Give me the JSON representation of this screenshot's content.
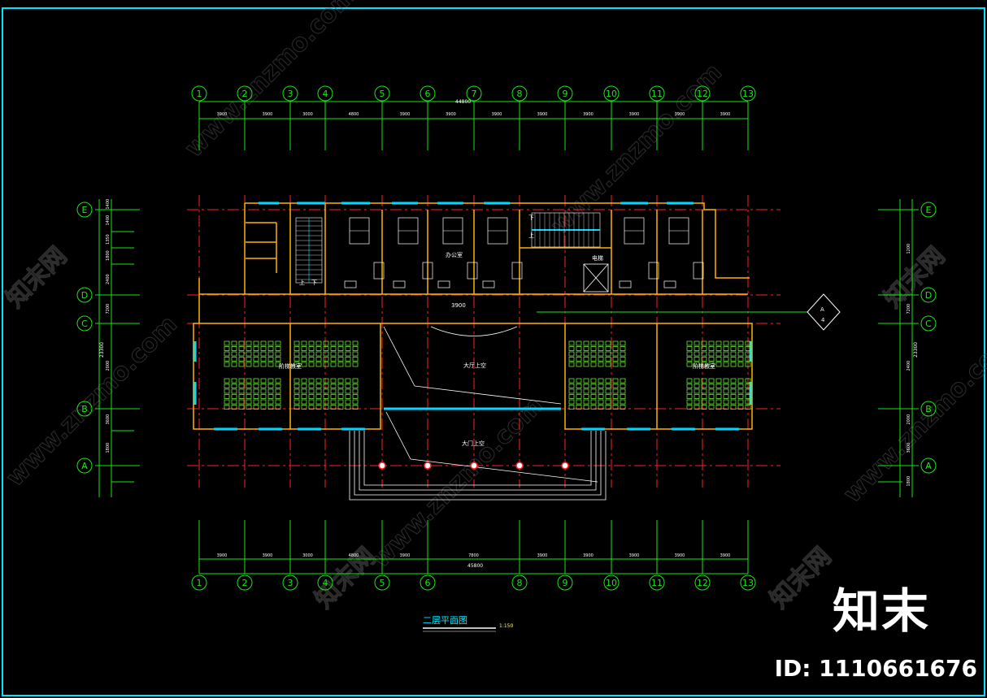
{
  "drawing": {
    "title": "二层平面图",
    "scale": "1:150",
    "total_dimension_top": "44800",
    "total_dimension_bottom": "45800",
    "top_axes": [
      "1",
      "2",
      "3",
      "4",
      "5",
      "6",
      "7",
      "8",
      "9",
      "10",
      "11",
      "12",
      "13"
    ],
    "bottom_axes": [
      "1",
      "2",
      "3",
      "4",
      "5",
      "6",
      "8",
      "9",
      "10",
      "11",
      "12",
      "13"
    ],
    "row_axes": [
      "E",
      "D",
      "C",
      "B",
      "A"
    ],
    "top_spans": [
      "3900",
      "3900",
      "3000",
      "4800",
      "3900",
      "3900",
      "3900",
      "3900",
      "3900",
      "3900",
      "3900",
      "3900"
    ],
    "bottom_spans": [
      "3900",
      "3900",
      "3000",
      "4800",
      "3900",
      "7800",
      "3900",
      "3900",
      "3900",
      "3900",
      "3900"
    ],
    "left_spans": [
      "1400",
      "1400",
      "1350",
      "1800",
      "2400",
      "7200",
      "2000",
      "3600",
      "1800"
    ],
    "right_spans": [
      "1200",
      "7200",
      "2400",
      "2000",
      "3600",
      "1800"
    ],
    "left_total": "23300",
    "right_total": "23300",
    "room_labels": {
      "office": "办公室",
      "elevator": "电梯",
      "classroom_left": "阶梯教室",
      "classroom_right": "阶梯教室",
      "hall_upper": "大厅上空",
      "entrance_upper": "大门上空",
      "stair_up": "上",
      "stair_down": "下",
      "corridor_dim": "3900"
    },
    "section_marker": "A",
    "section_marker_sub": "4"
  },
  "watermark": {
    "diagonal": "www.znzmo.com",
    "chinese": "知末网",
    "logo": "知末",
    "id_text": "ID: 1110661676"
  },
  "colors": {
    "background": "#000000",
    "frame": "#00e5ff",
    "axis": "#19e619",
    "grid": "#ff2222",
    "wall": "#ffb300",
    "window": "#00d8ff",
    "furniture": "#ffffff",
    "seat": "#7dff4a",
    "title": "#00e5ff"
  }
}
